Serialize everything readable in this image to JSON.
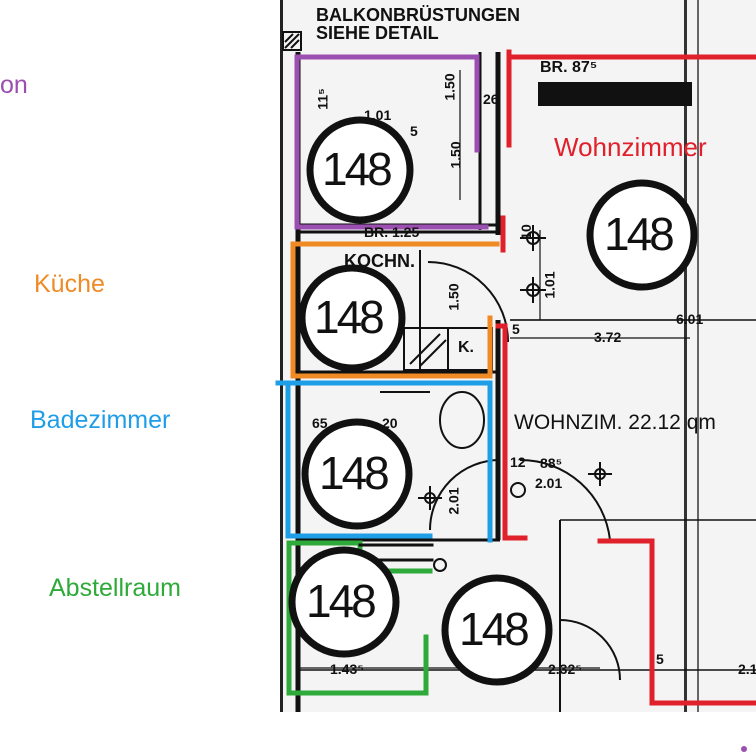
{
  "legend": {
    "balkon_fragment": "on",
    "kueche": "Küche",
    "badezimmer": "Badezimmer",
    "abstellraum": "Abstellraum",
    "wohnzimmer": "Wohnzimmer"
  },
  "plan": {
    "header_line1": "BALKONBRÜSTUNGEN",
    "header_line2": "SIEHE DETAIL",
    "window_label": "BR. 87⁵",
    "kitchen_label": "KOCHN.",
    "kitchen_window": "BR. 1.25",
    "living_label": "WOHNZIM. 22.12 qm",
    "k_label": "K.",
    "room_number": "148",
    "dimensions": {
      "d_11_5": "11⁵",
      "d_1_01": "1.01",
      "d_5a": "5",
      "d_1_50a": "1.50",
      "d_26": "26",
      "d_1_50b": "1.50",
      "d_10": "10",
      "d_1_01b": "1.01",
      "d_6_01": "6.01",
      "d_3_72": "3.72",
      "d_5b": "5",
      "d_1_50c": "1.50",
      "d_65": "65",
      "d_20": "20",
      "d_12": "12",
      "d_88_5": "88⁵",
      "d_2_01a": "2.01",
      "d_2_01b": "2.01",
      "d_1_43_5": "1.43⁵",
      "d_2_32_5": "2.32⁵",
      "d_5c": "5",
      "d_2_1": "2.1"
    }
  },
  "colors": {
    "balkon": "#9b4fb0",
    "kueche": "#f08a24",
    "badezimmer": "#1f9ee8",
    "abstellraum": "#2eaa3a",
    "wohnzimmer": "#e0202a",
    "ink": "#111111"
  }
}
